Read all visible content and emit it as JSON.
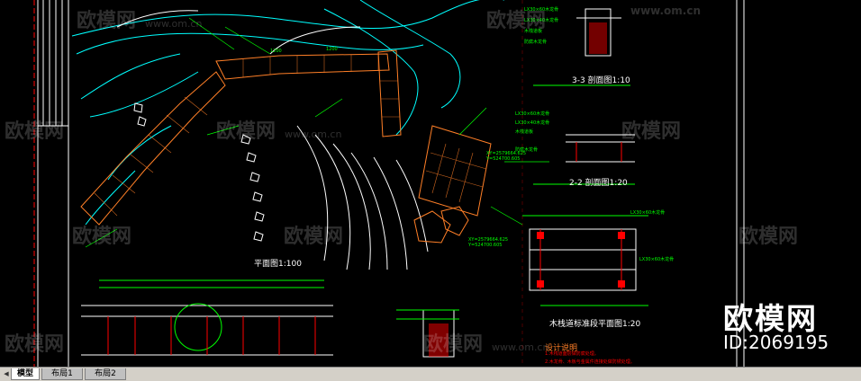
{
  "watermarks": [
    {
      "brand": "欧模网",
      "url": "www.om.cn"
    }
  ],
  "brand_logo": "欧模网",
  "brand_id": "ID:2069195",
  "labels": {
    "plan": "平面图1:100",
    "section33": "3-3 剖面图1:10",
    "section22": "2-2 剖面图1:20",
    "platform_plan": "木栈道标准段平面图1:20",
    "notes": "设计说明"
  },
  "tabs": [
    {
      "label": "模型",
      "active": true
    },
    {
      "label": "布局1",
      "active": false
    },
    {
      "label": "布局2",
      "active": false
    }
  ],
  "colors": {
    "background": "#000000",
    "line_cyan": "#00ffff",
    "line_orange": "#ff7f27",
    "line_green": "#00ff00",
    "line_white": "#ffffff",
    "line_red": "#ff0000"
  }
}
